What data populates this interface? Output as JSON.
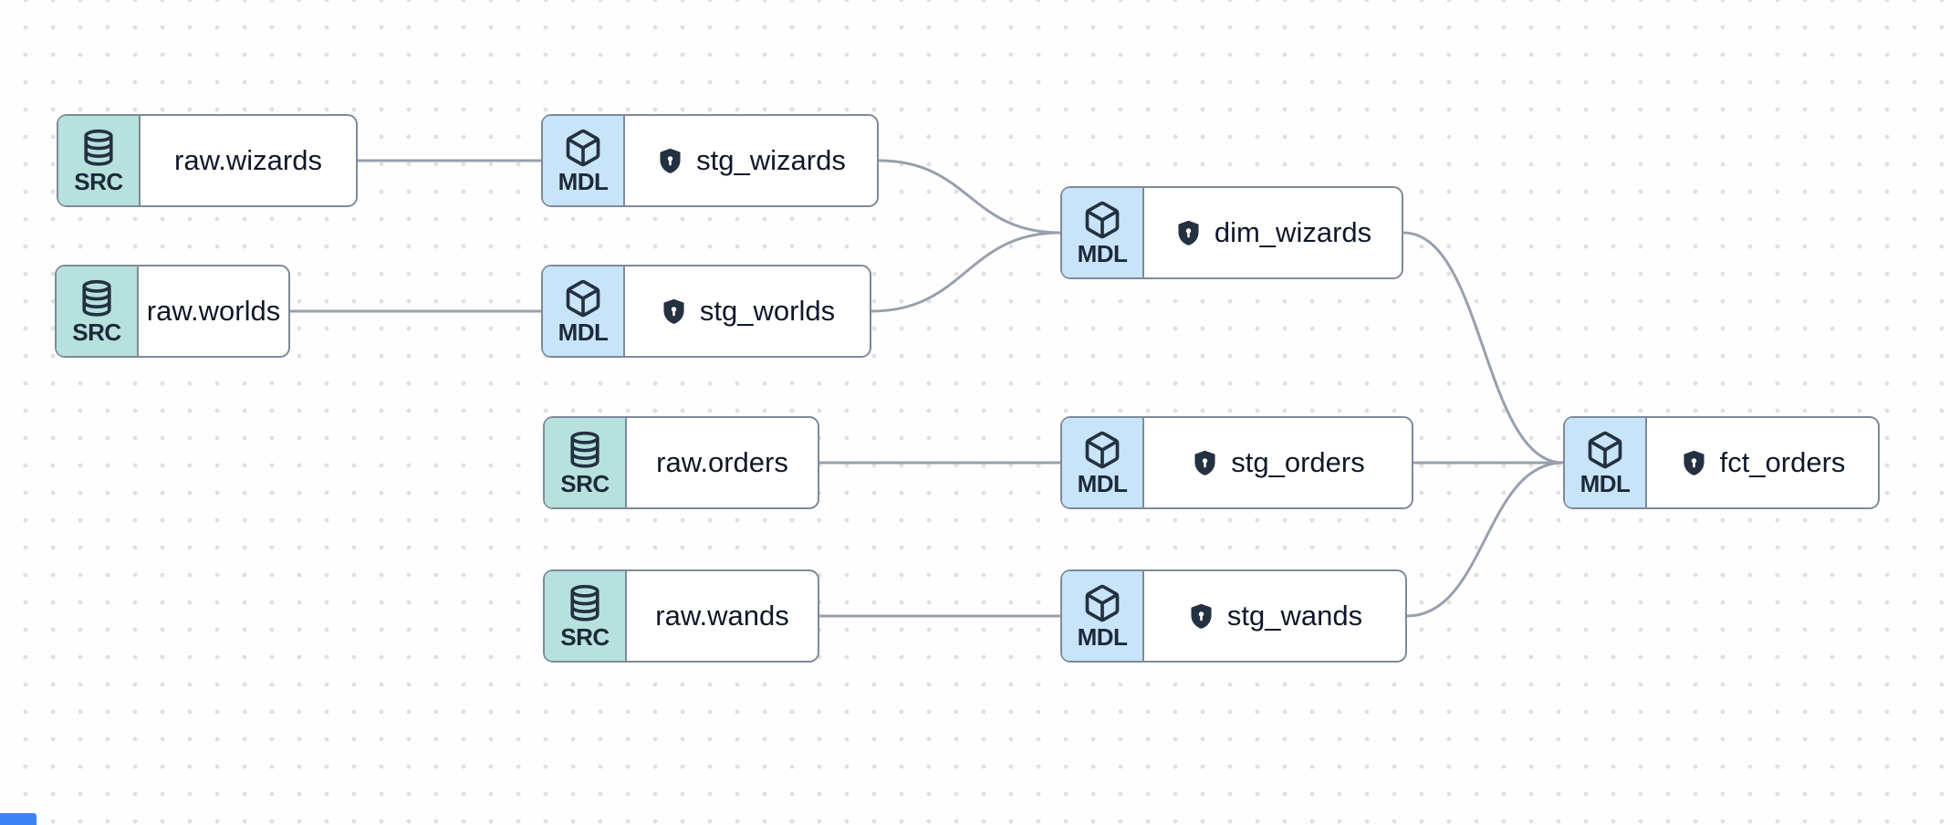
{
  "canvas": {
    "background_color": "#fefefe",
    "dot_grid_color": "#e1e1e1",
    "edge_color": "#98a0ae",
    "node_border_color": "#7e8a9a",
    "src_badge_color": "#b7e1dd",
    "mdl_badge_color": "#c8e4f9",
    "icon_color": "#243140",
    "text_color": "#101828",
    "bottom_left_control_color": "#3b82f6"
  },
  "nodes": [
    {
      "id": "raw.wizards",
      "label": "raw.wizards",
      "badge": "SRC",
      "type": "source",
      "icon": "database-icon",
      "has_shield": false
    },
    {
      "id": "stg_wizards",
      "label": "stg_wizards",
      "badge": "MDL",
      "type": "model",
      "icon": "cube-icon",
      "has_shield": true
    },
    {
      "id": "raw.worlds",
      "label": "raw.worlds",
      "badge": "SRC",
      "type": "source",
      "icon": "database-icon",
      "has_shield": false
    },
    {
      "id": "stg_worlds",
      "label": "stg_worlds",
      "badge": "MDL",
      "type": "model",
      "icon": "cube-icon",
      "has_shield": true
    },
    {
      "id": "dim_wizards",
      "label": "dim_wizards",
      "badge": "MDL",
      "type": "model",
      "icon": "cube-icon",
      "has_shield": true
    },
    {
      "id": "raw.orders",
      "label": "raw.orders",
      "badge": "SRC",
      "type": "source",
      "icon": "database-icon",
      "has_shield": false
    },
    {
      "id": "stg_orders",
      "label": "stg_orders",
      "badge": "MDL",
      "type": "model",
      "icon": "cube-icon",
      "has_shield": true
    },
    {
      "id": "raw.wands",
      "label": "raw.wands",
      "badge": "SRC",
      "type": "source",
      "icon": "database-icon",
      "has_shield": false
    },
    {
      "id": "stg_wands",
      "label": "stg_wands",
      "badge": "MDL",
      "type": "model",
      "icon": "cube-icon",
      "has_shield": true
    },
    {
      "id": "fct_orders",
      "label": "fct_orders",
      "badge": "MDL",
      "type": "model",
      "icon": "cube-icon",
      "has_shield": true
    }
  ],
  "edges": [
    {
      "from": "raw.wizards",
      "to": "stg_wizards"
    },
    {
      "from": "raw.worlds",
      "to": "stg_worlds"
    },
    {
      "from": "stg_wizards",
      "to": "dim_wizards"
    },
    {
      "from": "stg_worlds",
      "to": "dim_wizards"
    },
    {
      "from": "raw.orders",
      "to": "stg_orders"
    },
    {
      "from": "raw.wands",
      "to": "stg_wands"
    },
    {
      "from": "dim_wizards",
      "to": "fct_orders"
    },
    {
      "from": "stg_orders",
      "to": "fct_orders"
    },
    {
      "from": "stg_wands",
      "to": "fct_orders"
    }
  ]
}
